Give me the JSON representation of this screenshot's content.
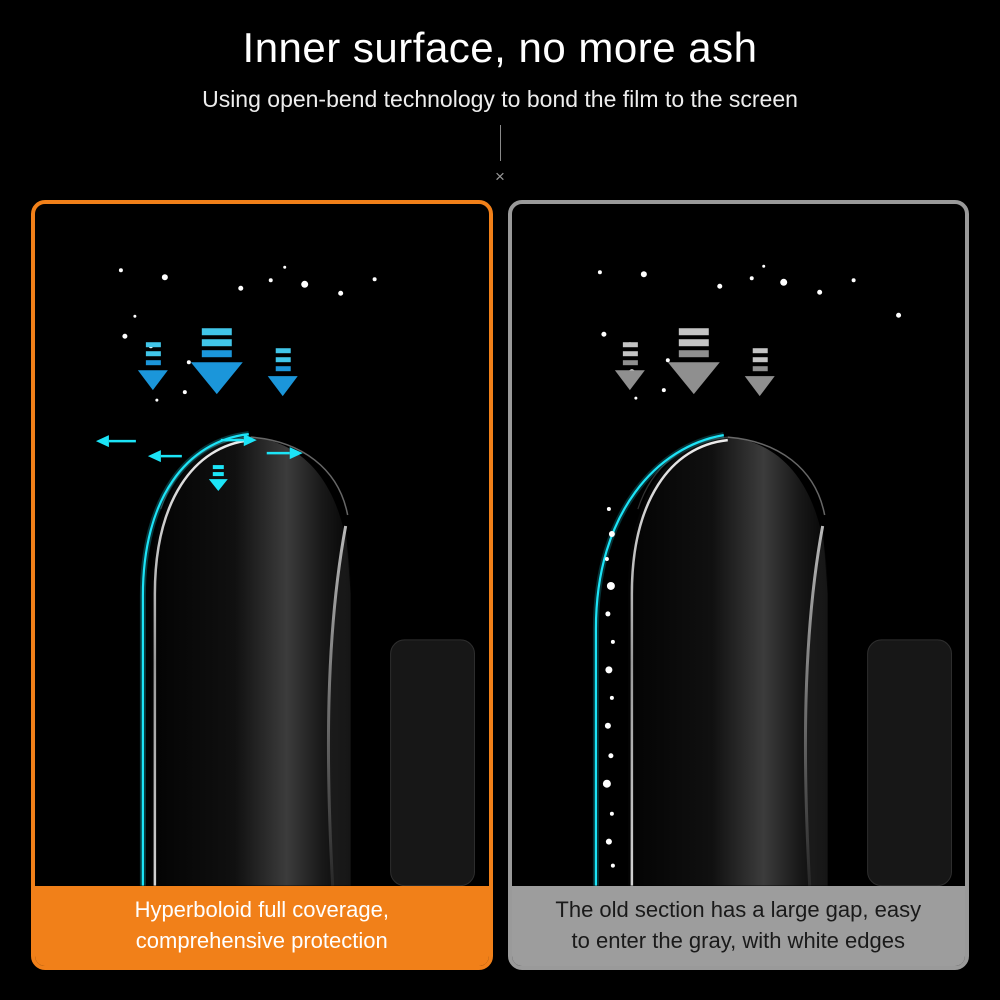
{
  "colors": {
    "background": "#000000",
    "accent_orange": "#f18019",
    "accent_cyan": "#1ce4f7",
    "arrow_blue_light": "#41c6e9",
    "arrow_blue": "#1b96da",
    "arrow_gray_light": "#c4c4c4",
    "arrow_gray": "#8f8f8f",
    "caption_gray": "#9d9d9d",
    "panel_gray_border": "#9a9a9a"
  },
  "header": {
    "title": "Inner surface, no more ash",
    "subtitle": "Using open-bend technology to bond the film to the screen",
    "divider_symbol": "×"
  },
  "icons": {
    "down_arrow": "segmented-down-arrow",
    "wrap_arrows": "left-right-wrap-arrows",
    "dust": "white-dust-dots"
  },
  "panels": {
    "left": {
      "caption_line1": "Hyperboloid full coverage,",
      "caption_line2": "comprehensive protection"
    },
    "right": {
      "caption_line1": "The old section has a large gap, easy",
      "caption_line2": "to enter the gray, with white edges"
    }
  }
}
